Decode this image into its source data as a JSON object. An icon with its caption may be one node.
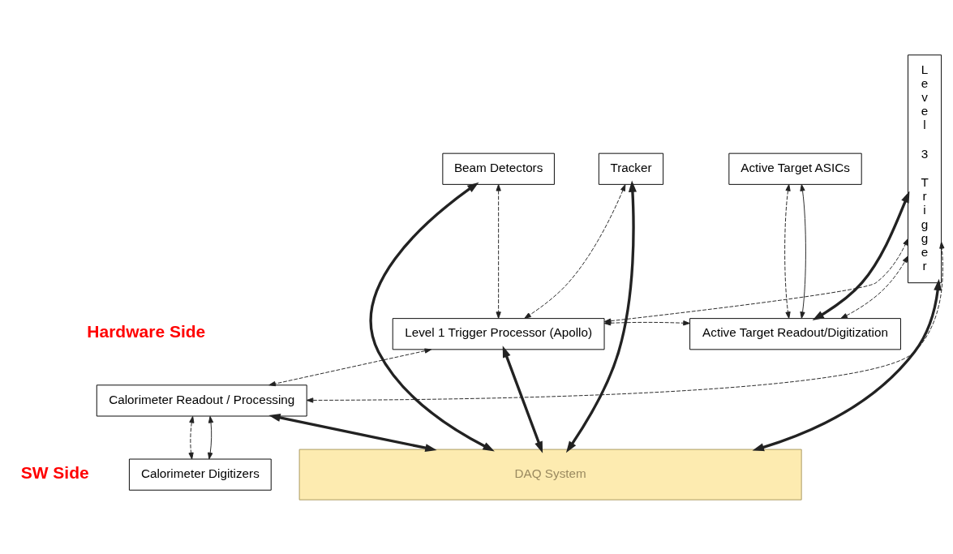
{
  "diagram": {
    "nodes": [
      {
        "text": [
          "Beam Detectors"
        ]
      },
      {
        "text": [
          "Tracker"
        ]
      },
      {
        "text": [
          "Active Target ASICs"
        ]
      },
      {
        "text": [
          "Level 3 Trigger"
        ]
      },
      {
        "text": [
          "Level 1 Trigger Processor (Apollo)"
        ]
      },
      {
        "text": [
          "Active Target Readout/Digitization"
        ]
      },
      {
        "text": [
          "Calorimeter Readout / Processing"
        ]
      },
      {
        "text": [
          "Calorimeter Digitizers"
        ]
      },
      {
        "text": [
          "DAQ System"
        ]
      }
    ],
    "edges": [
      {
        "from": 0,
        "to": 8,
        "arrow": "both",
        "style": "thick"
      },
      {
        "from": 0,
        "to": 4,
        "arrow": "both",
        "style": "dashed"
      },
      {
        "from": 1,
        "to": 4,
        "arrow": "both",
        "style": "dashed"
      },
      {
        "from": 1,
        "to": 8,
        "arrow": "both",
        "style": "thick"
      },
      {
        "from": 2,
        "to": 5,
        "arrow": "both",
        "style": "dashed"
      },
      {
        "from": 2,
        "to": 5,
        "arrow": "both"
      },
      {
        "from": 5,
        "to": 3,
        "arrow": "both",
        "style": "thick"
      },
      {
        "from": 4,
        "to": 5,
        "arrow": "both",
        "style": "dashed"
      },
      {
        "from": 5,
        "to": 3,
        "arrow": "both",
        "style": "dashed"
      },
      {
        "from": 4,
        "to": 3,
        "arrow": "both",
        "style": "dashed"
      },
      {
        "from": 4,
        "to": 6,
        "arrow": "both",
        "style": "dashed"
      },
      {
        "from": 6,
        "to": 3,
        "arrow": "both",
        "style": "dashed"
      },
      {
        "from": 4,
        "to": 8,
        "arrow": "both",
        "style": "thick"
      },
      {
        "from": 6,
        "to": 8,
        "arrow": "both",
        "style": "thick"
      },
      {
        "from": 6,
        "to": 7,
        "arrow": "both",
        "style": "dashed"
      },
      {
        "from": 6,
        "to": 7,
        "arrow": "both"
      },
      {
        "from": 3,
        "to": 8,
        "arrow": "both",
        "style": "thick"
      }
    ],
    "labels": [
      "Hardware Side",
      "SW Side"
    ]
  }
}
